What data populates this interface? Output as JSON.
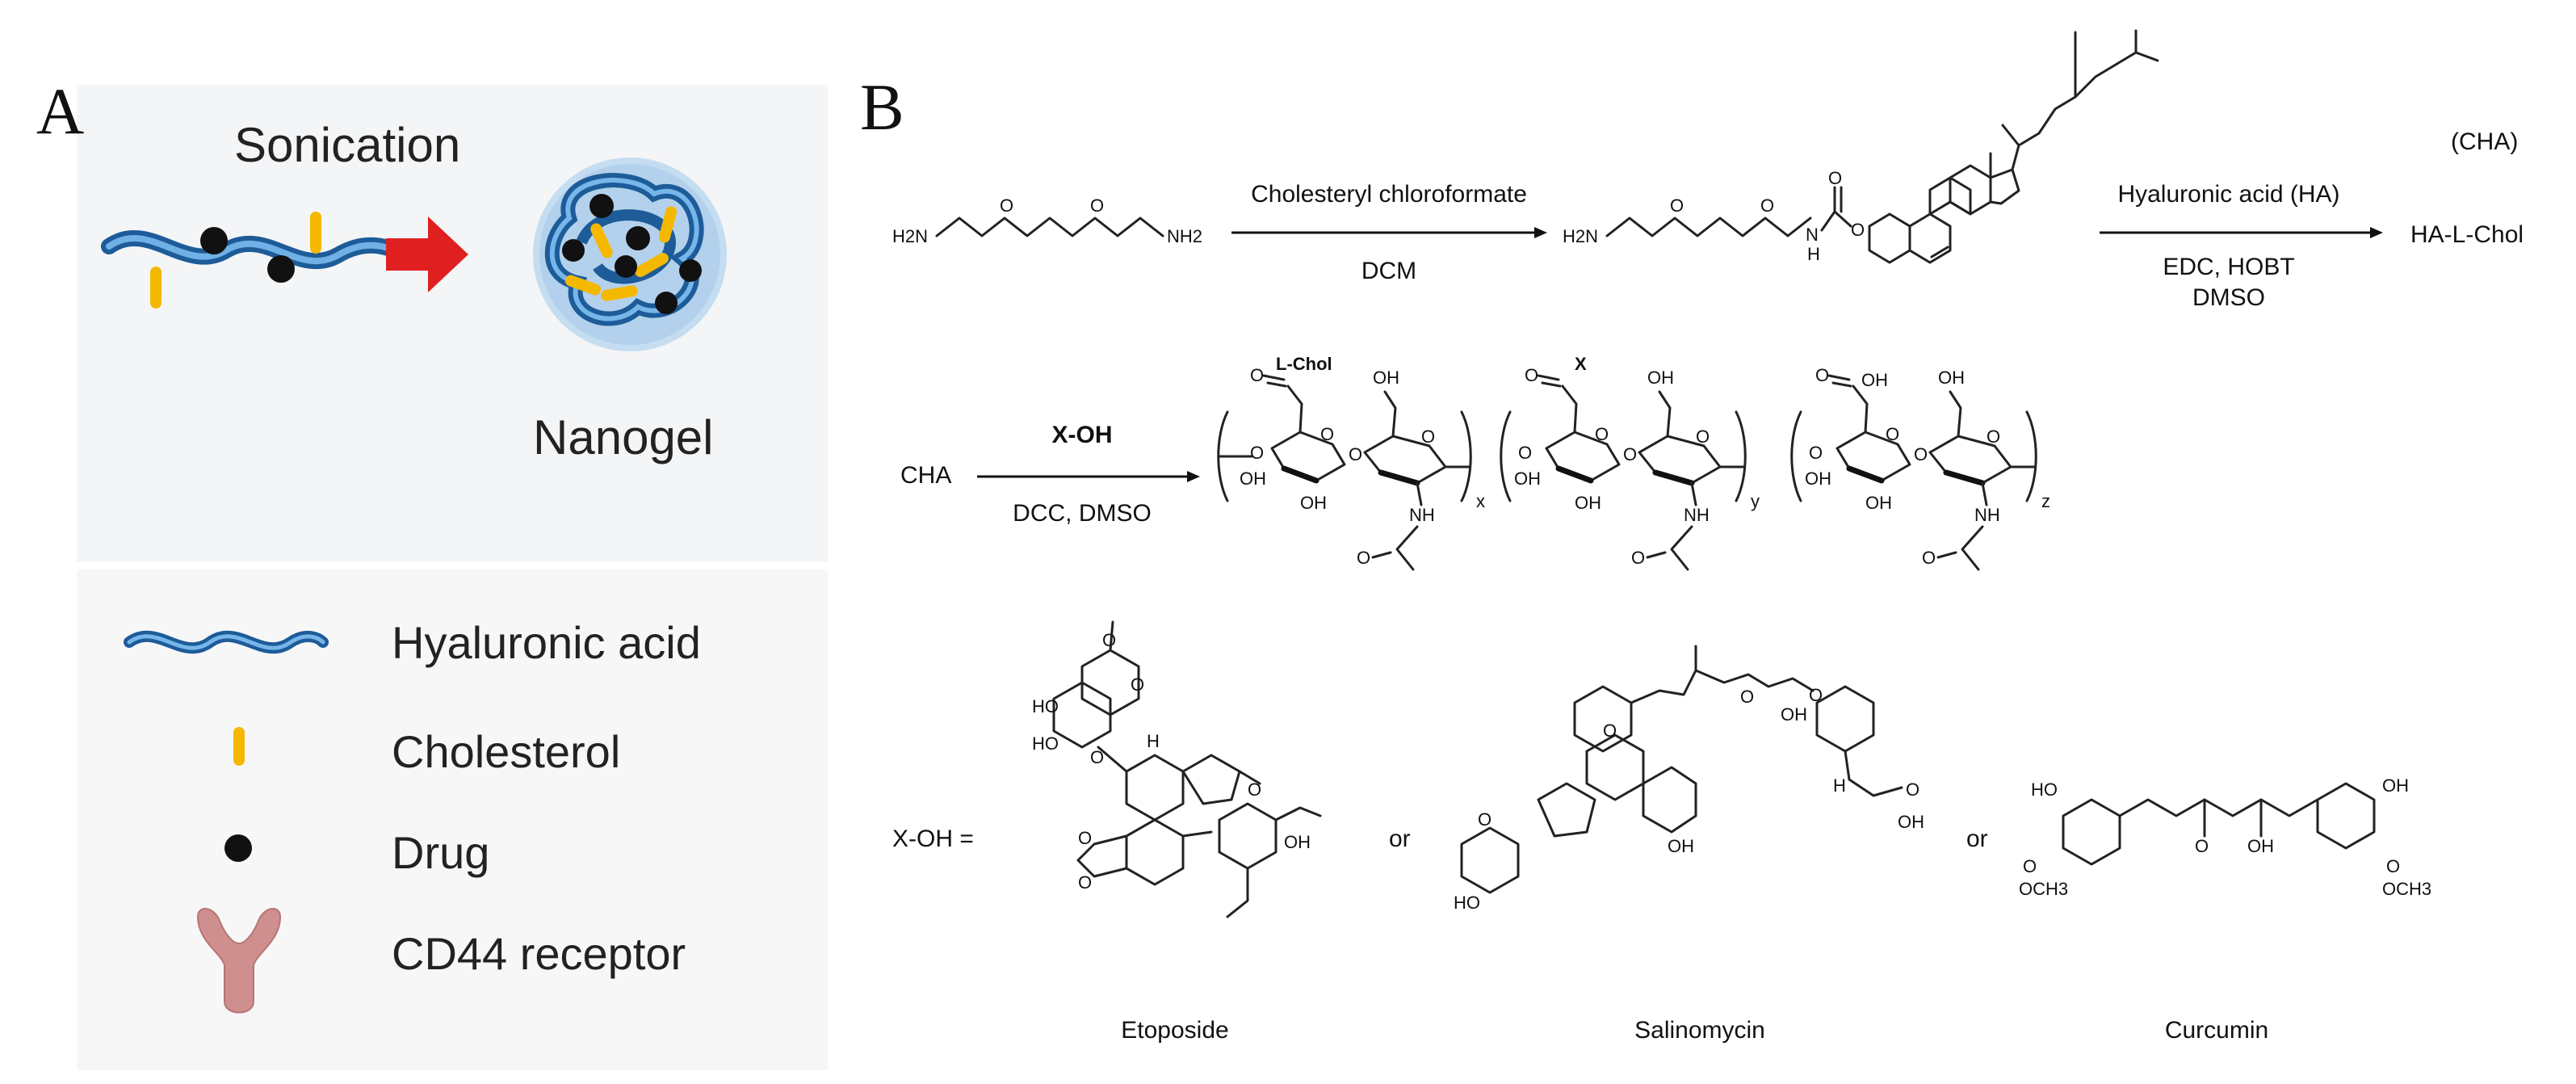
{
  "panel_a": {
    "label": "A",
    "sonication": "Sonication",
    "nanogel": "Nanogel",
    "legend": {
      "hyaluronic_acid": "Hyaluronic acid",
      "cholesterol": "Cholesterol",
      "drug": "Drug",
      "cd44": "CD44 receptor"
    },
    "colors": {
      "ha_chain": "#3a7fc4",
      "cholesterol": "#f5b800",
      "drug": "#111111",
      "arrow": "#e02020",
      "nanogel_halo": "#bcd8ef",
      "receptor": "#d08b8b"
    }
  },
  "panel_b": {
    "label": "B",
    "row1": {
      "start_h2n": "H2N",
      "start_nh2": "NH2",
      "arrow1_top": "Cholesteryl chloroformate",
      "arrow1_bottom": "DCM",
      "intermediate_h2n": "H2N",
      "intermediate_nh": "N",
      "intermediate_h": "H",
      "arrow2_top": "Hyaluronic acid (HA)",
      "arrow2_bottom1": "EDC, HOBT",
      "arrow2_bottom2": "DMSO",
      "product_abbrev": "(CHA)",
      "product": "HA-L-Chol"
    },
    "row2": {
      "start": "CHA",
      "reagent": "X-OH",
      "conditions": "DCC, DMSO",
      "unit1_label": "L-Chol",
      "unit2_label": "X",
      "sub_x": "x",
      "sub_y": "y",
      "sub_z": "z",
      "oh": "OH",
      "o": "O",
      "nh": "NH"
    },
    "row3": {
      "xoh_eq": "X-OH  =",
      "or1": "or",
      "or2": "or",
      "compound1": "Etoposide",
      "compound2": "Salinomycin",
      "compound3": "Curcumin",
      "ho": "HO",
      "oh": "OH",
      "och3": "OCH3",
      "h": "H",
      "o": "O"
    }
  }
}
